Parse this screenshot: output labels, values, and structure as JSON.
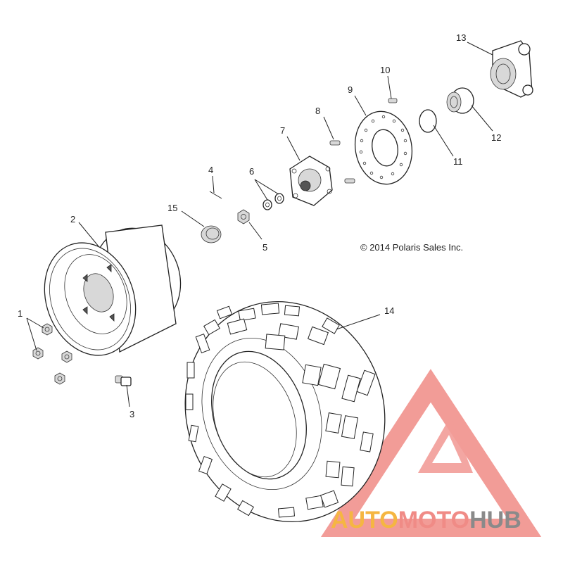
{
  "copyright": "© 2014 Polaris Sales Inc.",
  "callouts": [
    "1",
    "2",
    "3",
    "4",
    "5",
    "6",
    "7",
    "8",
    "9",
    "10",
    "11",
    "12",
    "13",
    "14",
    "15"
  ],
  "watermark": {
    "text_part1": "AUTO",
    "text_part2": "MOTO",
    "text_part3": "HUB",
    "color_logo": "#f08b86",
    "color_part1": "#f5b642",
    "color_part2": "#f08b86",
    "color_part3": "#8a8a8a"
  }
}
